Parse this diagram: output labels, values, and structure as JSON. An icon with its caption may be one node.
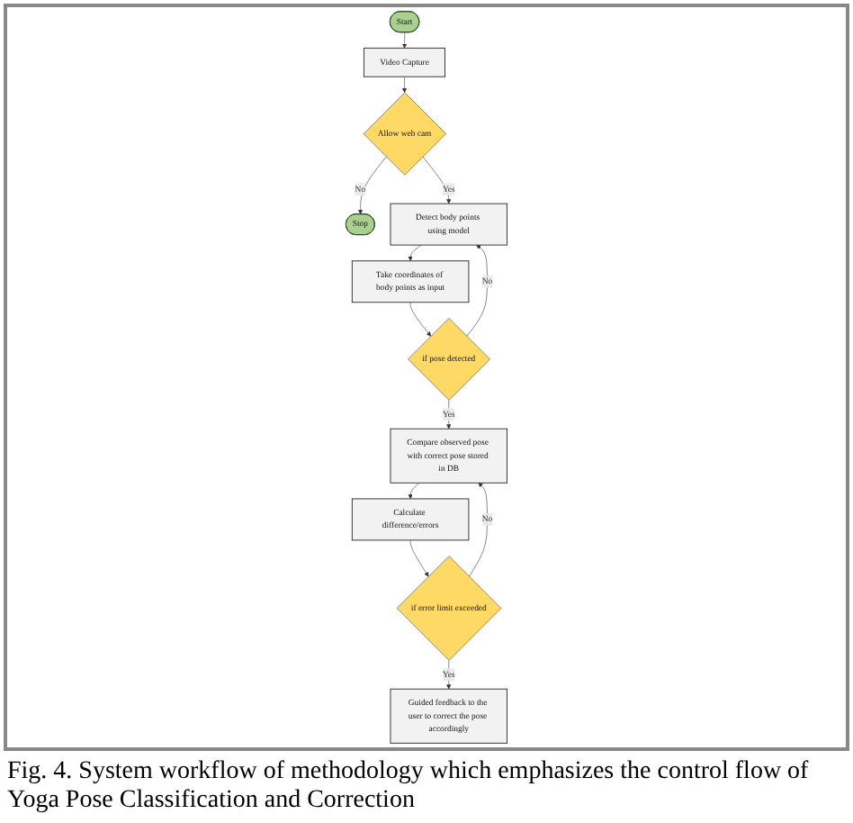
{
  "diagram": {
    "caption": "Fig. 4. System workflow of methodology which emphasizes the control flow of Yoga Pose Classification and Correction",
    "nodes": [
      {
        "text": [
          "Stop"
        ]
      },
      {
        "text": [
          "Start"
        ]
      },
      {
        "text": [
          "Video Capture"
        ]
      },
      {
        "text": [
          "Allow web cam"
        ]
      },
      {
        "text": [
          "Detect body points using model"
        ]
      },
      {
        "text": [
          "Compare observed pose with correct pose stored in DB"
        ]
      },
      {
        "text": [
          "if pose detected"
        ]
      },
      {
        "text": [
          "Take coordinates of body points as input"
        ]
      },
      {
        "text": [
          "Calculate difference/errors"
        ]
      },
      {
        "text": [
          "if error limit exceeded"
        ]
      },
      {
        "text": [
          "Guided feedback to the user to correct the pose accordingly"
        ]
      }
    ],
    "edges": [
      {
        "from": 1,
        "to": 2,
        "arrow": "to"
      },
      {
        "from": 2,
        "to": 3,
        "arrow": "to"
      },
      {
        "from": 3,
        "to": 0,
        "arrow": "to",
        "label": "No"
      },
      {
        "from": 3,
        "to": 4,
        "arrow": "to",
        "label": "Yes"
      },
      {
        "from": 4,
        "to": 7,
        "arrow": "to"
      },
      {
        "from": 7,
        "to": 6,
        "arrow": "to"
      },
      {
        "from": 6,
        "to": 5,
        "arrow": "to",
        "label": "Yes"
      },
      {
        "from": 6,
        "to": 4,
        "arrow": "to",
        "label": "No"
      },
      {
        "from": 5,
        "to": 8,
        "arrow": "to"
      },
      {
        "from": 8,
        "to": 9,
        "arrow": "to"
      },
      {
        "from": 9,
        "to": 10,
        "arrow": "to",
        "label": "Yes"
      },
      {
        "from": 9,
        "to": 5,
        "arrow": "to",
        "label": "No"
      }
    ]
  }
}
